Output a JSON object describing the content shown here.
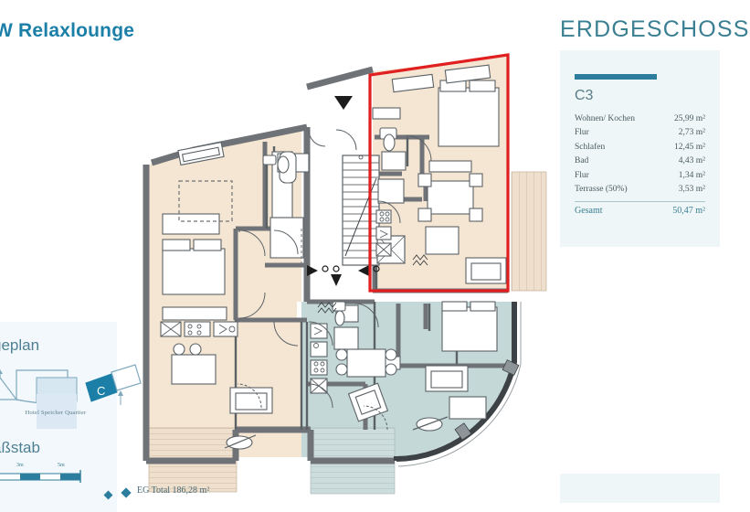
{
  "document": {
    "title": "W Relaxlounge",
    "floor_label": "ERDGESCHOSS",
    "eg_total_label": "EG Total  186,28 m²"
  },
  "sidebar": {
    "unit_code": "C3",
    "rooms": [
      {
        "name": "Wohnen/ Kochen",
        "area": "25,99 m²"
      },
      {
        "name": "Flur",
        "area": "2,73 m²"
      },
      {
        "name": "Schlafen",
        "area": "12,45 m²"
      },
      {
        "name": "Bad",
        "area": "4,43 m²"
      },
      {
        "name": "Flur",
        "area": "1,34 m²"
      },
      {
        "name": "Terrasse (50%)",
        "area": "3,53 m²"
      }
    ],
    "total_label": "Gesamt",
    "total_area": "50,47 m²"
  },
  "left_panel": {
    "site_plan_title": "geplan",
    "site_plan_caption": "Hotel Speicher Quartier",
    "site_marker": "C",
    "scale_title": "aßstab",
    "scale_ticks": [
      "3m",
      "5m"
    ]
  },
  "colors": {
    "accent": "#2c7d9e",
    "title": "#1b7fa8",
    "heading": "#3a7f92",
    "panel_bg": "#eef6f7",
    "left_panel_bg": "#f2f8fb",
    "unit_fill_beige": "#f5e6d3",
    "unit_fill_teal": "#c5d8d8",
    "wall_gray": "#6f7276",
    "highlight_red": "#e02020",
    "terrace_beige": "#efe0cd"
  },
  "plan": {
    "highlighted_unit": "C3",
    "highlight_outline_color": "#e02020",
    "units": [
      {
        "id": "C3",
        "fill": "#f5e6d3",
        "highlighted": true
      },
      {
        "id": "C1",
        "fill": "#f5e6d3",
        "highlighted": false
      },
      {
        "id": "C2",
        "fill": "#c5d8d8",
        "highlighted": false
      }
    ]
  }
}
